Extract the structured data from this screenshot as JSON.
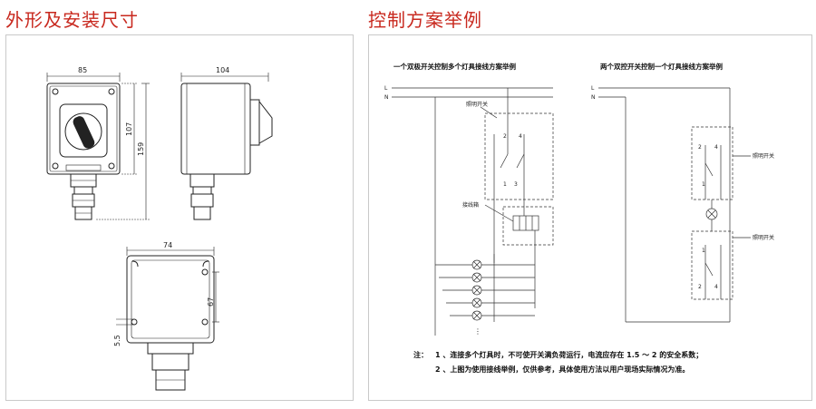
{
  "left_title": "外形及安装尺寸",
  "right_title": "控制方案举例",
  "dimensions": {
    "front_width": "85",
    "side_width": "104",
    "front_height_inner": "107",
    "front_height_outer": "159",
    "base_width": "74",
    "base_hole_spacing": "67",
    "base_hole_dia": "5.5"
  },
  "scheme1": {
    "heading": "一个双极开关控制多个灯具接线方案举例",
    "line_L": "L",
    "line_N": "N",
    "switch_label": "照明开关",
    "terminal_label": "接线箱",
    "pin_2": "2",
    "pin_4": "4",
    "pin_1": "1",
    "pin_3": "3",
    "more": "⋮"
  },
  "scheme2": {
    "heading": "两个双控开关控制一个灯具接线方案举例",
    "line_L": "L",
    "line_N": "N",
    "switch_label_top": "照明开关",
    "switch_label_bottom": "照明开关",
    "top_pin_2": "2",
    "top_pin_4": "4",
    "top_pin_1": "1",
    "bot_pin_1": "1",
    "bot_pin_2": "2",
    "bot_pin_4": "4"
  },
  "notes": {
    "prefix": "注：",
    "line1": "1 、连接多个灯具时，不可使开关满负荷运行，电流应存在 1.5 ～ 2 的安全系数；",
    "line2": "2 、上图为使用接线举例，仅供参考，具体使用方法以用户现场实际情况为准。"
  },
  "colors": {
    "title": "#c8281e",
    "border": "#c9c9c9"
  }
}
